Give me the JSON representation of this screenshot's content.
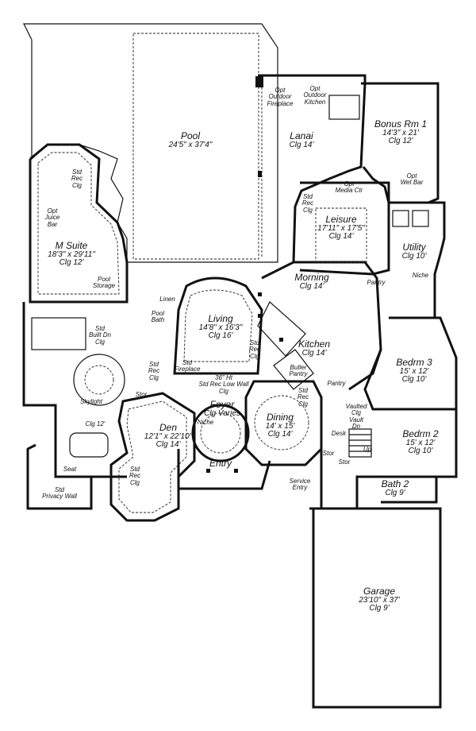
{
  "rooms": {
    "pool": {
      "name": "Pool",
      "dims": "24'5\" x 37'4\""
    },
    "lanai": {
      "name": "Lanai",
      "clg": "Clg 14'"
    },
    "bonus": {
      "name": "Bonus Rm 1",
      "dims": "14'3\" x 21'",
      "clg": "Clg 12'"
    },
    "msuite": {
      "name": "M Suite",
      "dims": "18'3\" x 29'11\"",
      "clg": "Clg 12'"
    },
    "leisure": {
      "name": "Leisure",
      "dims": "17'11\" x 17'5\"",
      "clg": "Clg 14'"
    },
    "utility": {
      "name": "Utility",
      "clg": "Clg 10'"
    },
    "morning": {
      "name": "Morning",
      "clg": "Clg 14'"
    },
    "living": {
      "name": "Living",
      "dims": "14'8\" x 16'3\"",
      "clg": "Clg 16'"
    },
    "kitchen": {
      "name": "Kitchen",
      "clg": "Clg 14'"
    },
    "bedrm3": {
      "name": "Bedrm 3",
      "dims": "15' x 12'",
      "clg": "Clg 10'"
    },
    "foyer": {
      "name": "Foyer",
      "clg": "Clg Varies"
    },
    "dining": {
      "name": "Dining",
      "dims": "14' x 15'",
      "clg": "Clg 14'"
    },
    "den": {
      "name": "Den",
      "dims": "12'1\" x 22'10\"",
      "clg": "Clg 14'"
    },
    "bedrm2": {
      "name": "Bedrm 2",
      "dims": "15' x 12'",
      "clg": "Clg 10'"
    },
    "bath2": {
      "name": "Bath 2",
      "clg": "Clg 9'"
    },
    "entry": {
      "name": "Entry"
    },
    "garage": {
      "name": "Garage",
      "dims": "23'10\" x 37'",
      "clg": "Clg 9'"
    }
  },
  "notes": {
    "opt_outdoor_fireplace": "Opt\nOutdoor\nFireplace",
    "opt_outdoor_kitchen": "Opt\nOutdoor\nKitchen",
    "opt_wet_bar": "Opt\nWet Bar",
    "opt_media_ctr": "Opt\nMedia Ctr",
    "std_rec_clg_msuite": "Std\nRec\nClg",
    "opt_juice_bar": "Opt\nJuice\nBar",
    "std_rec_clg_leisure": "Std\nRec\nClg",
    "pool_storage": "Pool\nStorage",
    "linen": "Linen",
    "pool_bath": "Pool\nBath",
    "pantry_utility": "Pantry",
    "niche_utility": "Niche",
    "std_built_dn_clg": "Std\nBuilt Dn\nClg",
    "std_rec_clg_bath": "Std\nRec\nClg",
    "std_fireplace": "Std\nFireplace",
    "std_rec_clg_living": "Std\nRec\nClg",
    "butler_pantry": "Butler\nPantry",
    "pantry_kitchen": "Pantry",
    "low_wall": "36\" Ht\nStd Rec Low Wall\nClg",
    "skylight": "Skylight",
    "clg_12": "Clg 12'",
    "stor_den": "Stor",
    "std_rec_clg_dining": "Std\nRec\nClg",
    "vaulted": "Vaulted\nClg\nVault\nDn",
    "desk": "Desk",
    "up": "Up",
    "stor_a": "Stor",
    "stor_b": "Stor",
    "niche_foyer": "Niche",
    "std_rec_clg_den": "Std\nRec\nClg",
    "seat": "Seat",
    "privacy_wall": "Std\nPrivacy Wall",
    "service_entry": "Service\nEntry"
  }
}
